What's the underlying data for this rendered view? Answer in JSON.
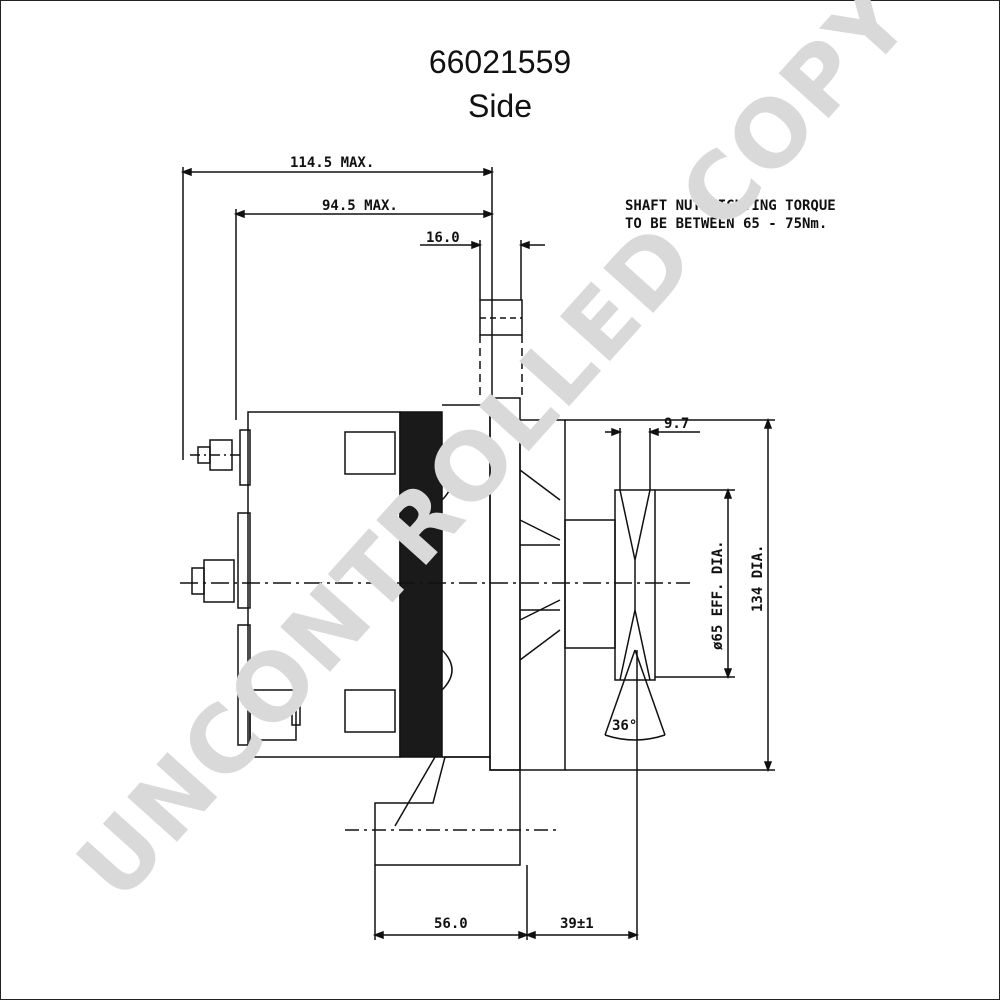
{
  "title": {
    "part_number": "66021559",
    "view": "Side"
  },
  "note": {
    "line1": "SHAFT NUT TIGHTING TORQUE",
    "line2": "TO BE BETWEEN 65 - 75Nm."
  },
  "dimensions": {
    "overall_max": "114.5 MAX.",
    "body_max": "94.5 MAX.",
    "flange": "16.0",
    "pulley_width": "9.7",
    "pulley_dia": "ø65 EFF. DIA.",
    "body_dia": "134 DIA.",
    "mount": "56.0",
    "pulley_offset": "39±1",
    "groove_angle": "36°"
  },
  "watermark": "UNCONTROLLED COPY"
}
